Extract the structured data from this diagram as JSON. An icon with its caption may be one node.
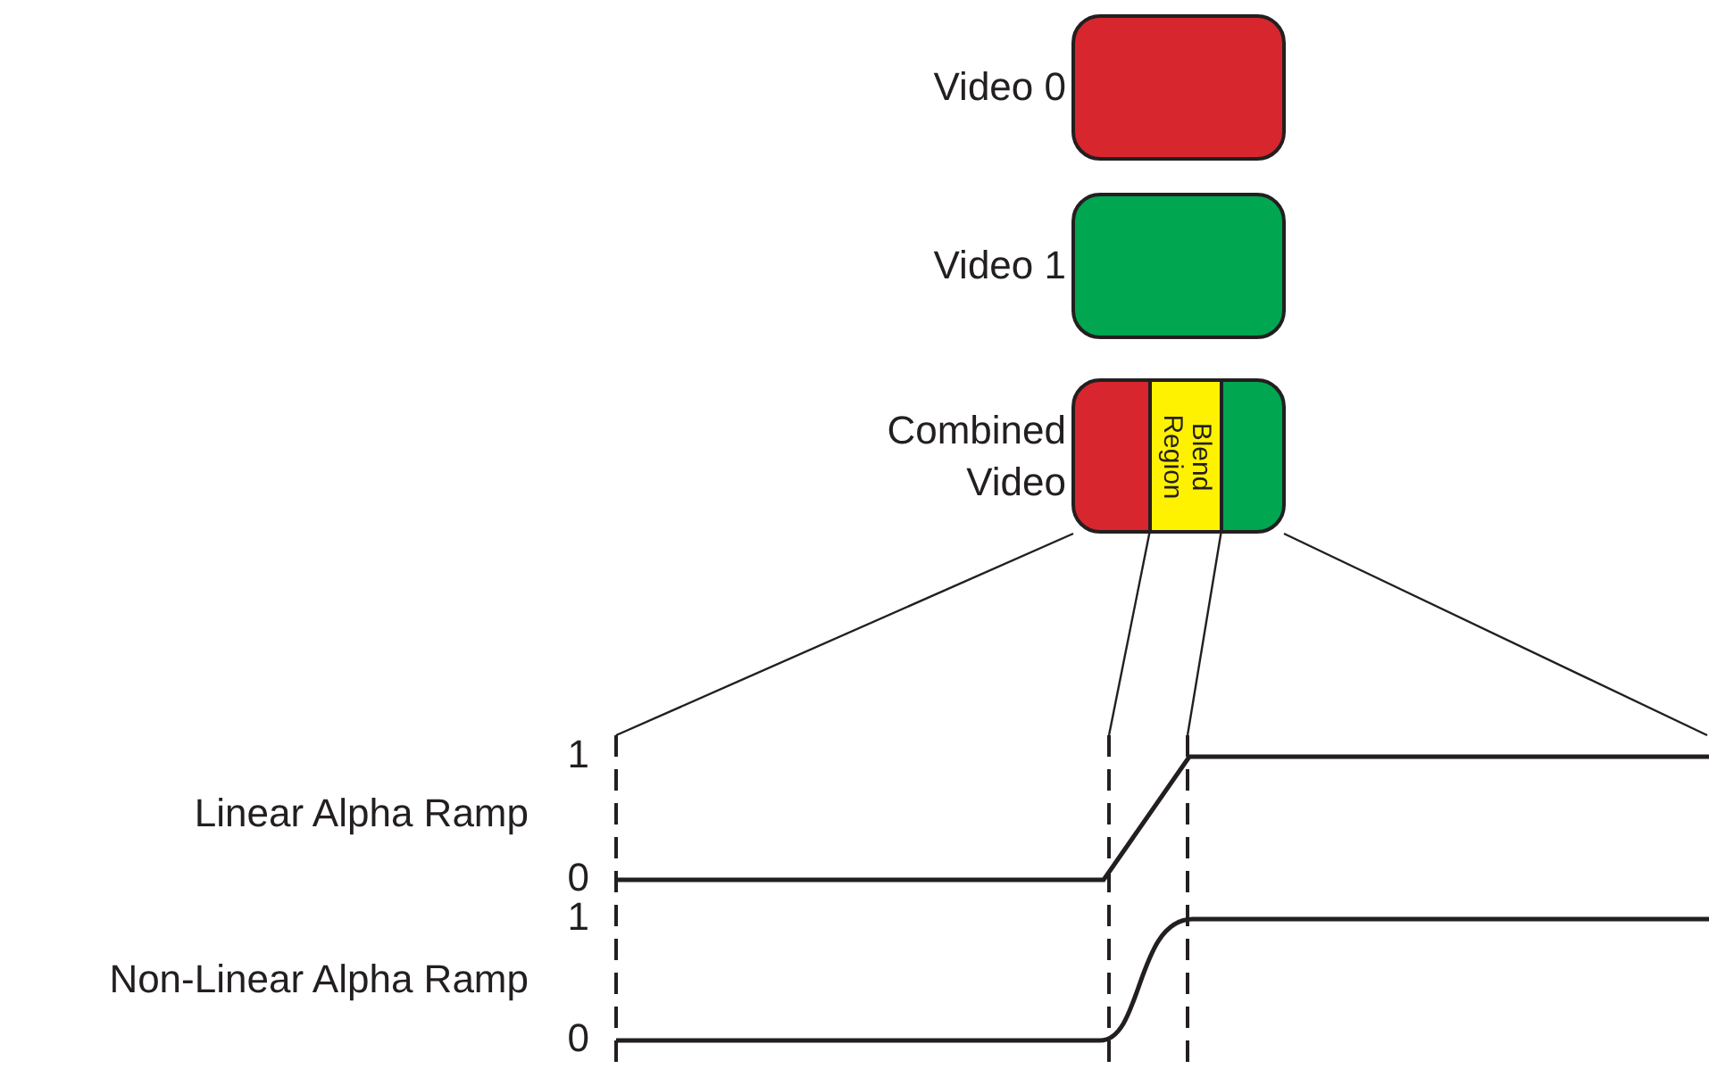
{
  "diagram": {
    "nodes": [
      {
        "text": [
          "Video 0"
        ]
      },
      {
        "text": [
          "Video 1"
        ]
      },
      {
        "text": [
          "Combined Video"
        ]
      },
      {
        "text": [
          "Blend Region"
        ],
        "in": 2
      }
    ],
    "edges": [
      {
        "from": 2,
        "to": null,
        "arrow": "none"
      },
      {
        "from": 3,
        "to": null,
        "arrow": "none"
      },
      {
        "from": 3,
        "to": null,
        "arrow": "none"
      },
      {
        "from": 2,
        "to": null,
        "arrow": "none"
      }
    ],
    "labels": [
      "1",
      "Linear Alpha Ramp",
      "0",
      "1",
      "Non-Linear Alpha Ramp",
      "0"
    ]
  }
}
